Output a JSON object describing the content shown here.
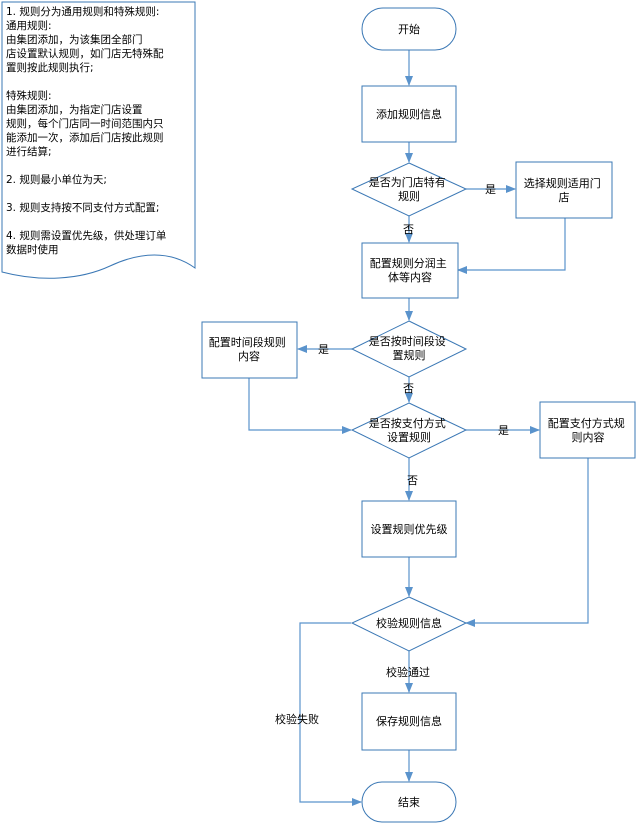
{
  "colors": {
    "stroke": "#3b78b5",
    "arrow": "#5a93cc",
    "fill": "#ffffff",
    "text": "#000000"
  },
  "note": {
    "lines": [
      "1. 规则分为通用规则和特殊规则:",
      "通用规则:",
      "      由集团添加，为该集团全部门",
      "店设置默认规则，如门店无特殊配",
      "置则按此规则执行;",
      "",
      "特殊规则:",
      "      由集团添加，为指定门店设置",
      "规则，每个门店同一时间范围内只",
      "能添加一次，添加后门店按此规则",
      "进行结算;",
      "",
      "2. 规则最小单位为天;",
      "",
      "3. 规则支持按不同支付方式配置;",
      "",
      "4. 规则需设置优先级，供处理订单",
      "数据时使用"
    ]
  },
  "nodes": {
    "start": {
      "lines": [
        "开始"
      ]
    },
    "add_rule": {
      "lines": [
        "添加规则信息"
      ]
    },
    "decision_store": {
      "lines": [
        "是否为门店特有",
        "规则"
      ]
    },
    "select_store": {
      "lines": [
        "选择规则适用门",
        "店"
      ]
    },
    "config_subject": {
      "lines": [
        "配置规则分润主",
        "体等内容"
      ]
    },
    "decision_time": {
      "lines": [
        "是否按时间段设",
        "置规则"
      ]
    },
    "config_time": {
      "lines": [
        "配置时间段规则",
        "内容"
      ]
    },
    "decision_pay": {
      "lines": [
        "是否按支付方式",
        "设置规则"
      ]
    },
    "config_pay": {
      "lines": [
        "配置支付方式规",
        "则内容"
      ]
    },
    "set_priority": {
      "lines": [
        "设置规则优先级"
      ]
    },
    "validate": {
      "lines": [
        "校验规则信息"
      ]
    },
    "save": {
      "lines": [
        "保存规则信息"
      ]
    },
    "end": {
      "lines": [
        "结束"
      ]
    }
  },
  "edge_labels": {
    "store_yes": "是",
    "store_no": "否",
    "time_yes": "是",
    "time_no": "否",
    "pay_yes": "是",
    "pay_no": "否",
    "validate_pass": "校验通过",
    "validate_fail": "校验失败"
  }
}
